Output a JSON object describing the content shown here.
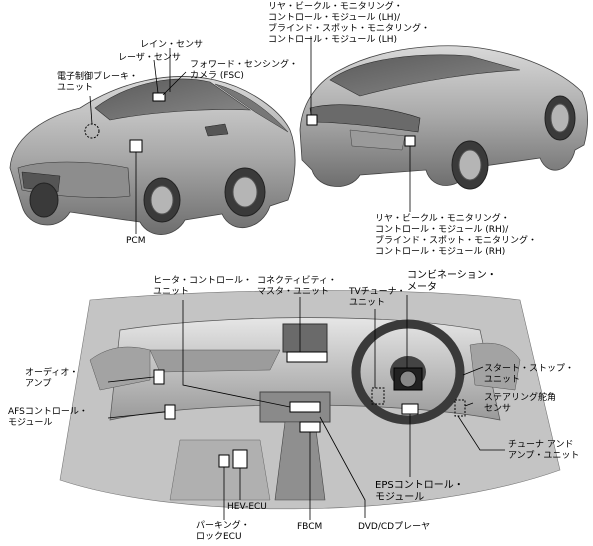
{
  "labels": {
    "rear_monitor_lh": "リヤ・ビークル・モニタリング・\nコントロール・モジュール (LH)/\nブラインド・スポット・モニタリング・\nコントロール・モジュール (LH)",
    "rain_sensor": "レイン・センサ",
    "laser_sensor": "レーザ・センサ",
    "forward_camera": "フォワード・センシング・\nカメラ (FSC)",
    "brake_unit": "電子制御ブレーキ・\nユニット",
    "pcm": "PCM",
    "rear_monitor_rh": "リヤ・ビークル・モニタリング・\nコントロール・モジュール (RH)/\nブラインド・スポット・モニタリング・\nコントロール・モジュール (RH)",
    "heater_control": "ヒータ・コントロール・\nユニット",
    "connectivity_master": "コネクティビティ・\nマスタ・ユニット",
    "tv_tuner": "TVチューナ・\nユニット",
    "combination_meter": "コンビネーション・\nメータ",
    "audio_amp": "オーディオ・\nアンプ",
    "start_stop": "スタート・ストップ・\nユニット",
    "steering_angle": "ステアリング舵角\nセンサ",
    "afs_control": "AFSコントロール・\nモジュール",
    "tuner_amp": "チューナ アンド\nアンプ・ユニット",
    "eps_control": "EPSコントロール・\nモジュール",
    "hev_ecu": "HEV-ECU",
    "parking_lock": "パーキング・\nロックECU",
    "fbcm": "FBCM",
    "dvd_player": "DVD/CDプレーヤ"
  }
}
